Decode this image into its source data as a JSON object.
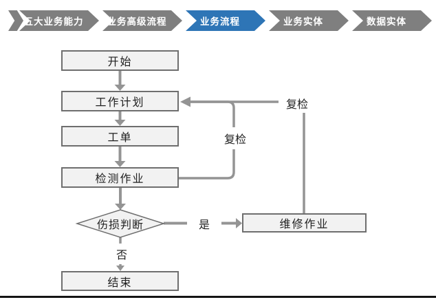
{
  "nav": {
    "items": [
      {
        "label": "五大业务能力",
        "active": false
      },
      {
        "label": "业务高级流程",
        "active": false
      },
      {
        "label": "业务流程",
        "active": true
      },
      {
        "label": "业务实体",
        "active": false
      },
      {
        "label": "数据实体",
        "active": false
      }
    ],
    "active_color": "#2e75b6",
    "inactive_color": "#7f7f7f"
  },
  "flowchart": {
    "nodes": [
      {
        "id": "start",
        "label": "开始",
        "type": "process"
      },
      {
        "id": "work-plan",
        "label": "工作计划",
        "type": "process"
      },
      {
        "id": "work-order",
        "label": "工单",
        "type": "process"
      },
      {
        "id": "inspection-job",
        "label": "检测作业",
        "type": "process"
      },
      {
        "id": "damage-judgment",
        "label": "伤损判断",
        "type": "decision"
      },
      {
        "id": "repair-job",
        "label": "维修作业",
        "type": "process"
      },
      {
        "id": "end",
        "label": "结束",
        "type": "process"
      }
    ],
    "edge_labels": {
      "yes": "是",
      "no": "否",
      "recheck_inner": "复检",
      "recheck_outer": "复检"
    },
    "colors": {
      "node_fill": "#f2f2f2",
      "node_border": "#6e6e6e",
      "connector": "#949494",
      "text": "#1f1f1f",
      "slide_border": "#141414"
    }
  }
}
